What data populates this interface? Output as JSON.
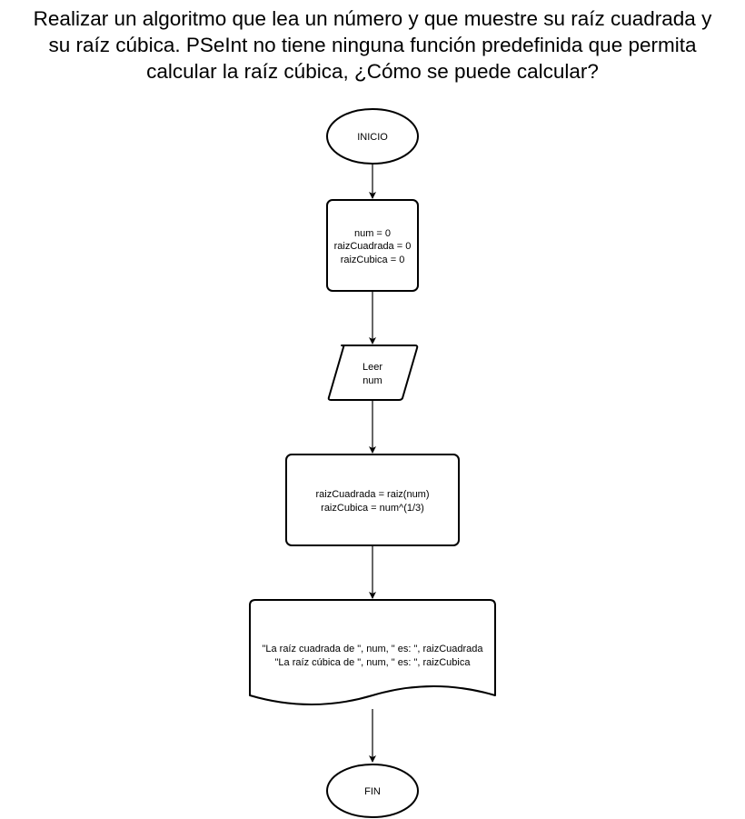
{
  "title_lines": [
    "Realizar un algoritmo que lea un número y que muestre su raíz cuadrada y",
    "su raíz cúbica. PSeInt no tiene ninguna función predefinida que permita",
    "calcular la raíz cúbica, ¿Cómo se puede calcular?"
  ],
  "nodes": {
    "start": {
      "label": "INICIO"
    },
    "init": {
      "lines": [
        "num = 0",
        "raizCuadrada = 0",
        "raizCubica = 0"
      ]
    },
    "input": {
      "lines": [
        "Leer",
        "num"
      ]
    },
    "process": {
      "lines": [
        "raizCuadrada = raiz(num)",
        "raizCubica = num^(1/3)"
      ]
    },
    "output": {
      "lines": [
        "\"La raíz cuadrada de \", num, \" es: \", raizCuadrada",
        "\"La raíz cúbica de \", num, \" es: \", raizCubica"
      ]
    },
    "end": {
      "label": "FIN"
    }
  },
  "colors": {
    "stroke": "#000000",
    "fill": "#ffffff",
    "text": "#000000"
  }
}
